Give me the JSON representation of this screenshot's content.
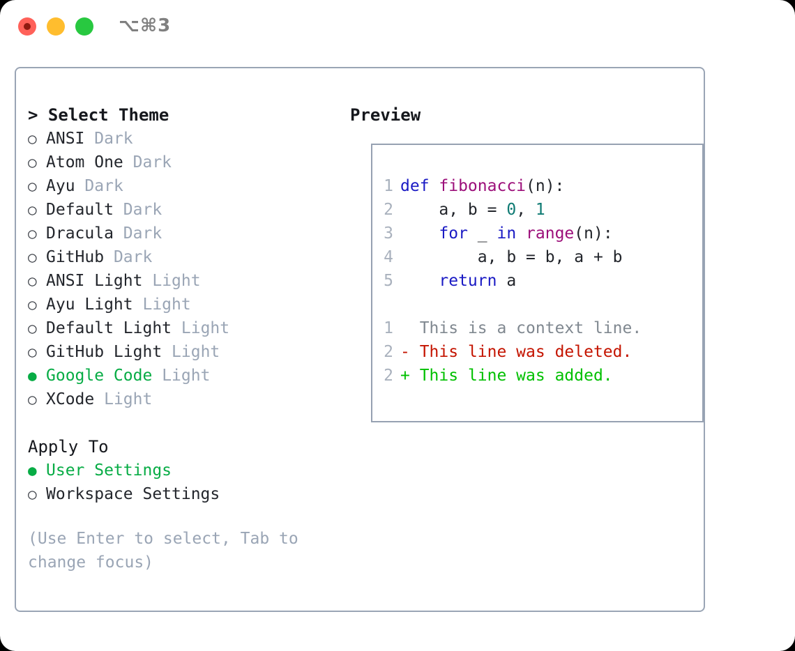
{
  "window": {
    "shortcut": "⌥⌘3",
    "traffic_lights": [
      {
        "name": "close",
        "color": "#ff6159"
      },
      {
        "name": "minimize",
        "color": "#ffbd2e"
      },
      {
        "name": "maximize",
        "color": "#28c840"
      }
    ]
  },
  "theme_picker": {
    "header": "> Select Theme",
    "items": [
      {
        "bullet": "○",
        "name": "ANSI",
        "kind": "Dark",
        "selected": false
      },
      {
        "bullet": "○",
        "name": "Atom One",
        "kind": "Dark",
        "selected": false
      },
      {
        "bullet": "○",
        "name": "Ayu",
        "kind": "Dark",
        "selected": false
      },
      {
        "bullet": "○",
        "name": "Default",
        "kind": "Dark",
        "selected": false
      },
      {
        "bullet": "○",
        "name": "Dracula",
        "kind": "Dark",
        "selected": false
      },
      {
        "bullet": "○",
        "name": "GitHub",
        "kind": "Dark",
        "selected": false
      },
      {
        "bullet": "○",
        "name": "ANSI Light",
        "kind": "Light",
        "selected": false
      },
      {
        "bullet": "○",
        "name": "Ayu Light",
        "kind": "Light",
        "selected": false
      },
      {
        "bullet": "○",
        "name": "Default Light",
        "kind": "Light",
        "selected": false
      },
      {
        "bullet": "○",
        "name": "GitHub Light",
        "kind": "Light",
        "selected": false
      },
      {
        "bullet": "●",
        "name": "Google Code",
        "kind": "Light",
        "selected": true
      },
      {
        "bullet": "○",
        "name": "XCode",
        "kind": "Light",
        "selected": false
      }
    ]
  },
  "apply_to": {
    "header": "Apply To",
    "items": [
      {
        "bullet": "●",
        "name": "User Settings",
        "selected": true
      },
      {
        "bullet": "○",
        "name": "Workspace Settings",
        "selected": false
      }
    ]
  },
  "hint": "(Use Enter to select, Tab to change focus)",
  "preview": {
    "header": "Preview",
    "code_lines": [
      {
        "no": "1",
        "tokens": [
          {
            "t": "def ",
            "c": "kw"
          },
          {
            "t": "fibonacci",
            "c": "fn"
          },
          {
            "t": "(n):",
            "c": "pl"
          }
        ]
      },
      {
        "no": "2",
        "tokens": [
          {
            "t": "    a, b = ",
            "c": "pl"
          },
          {
            "t": "0",
            "c": "num"
          },
          {
            "t": ", ",
            "c": "pl"
          },
          {
            "t": "1",
            "c": "num"
          }
        ]
      },
      {
        "no": "3",
        "tokens": [
          {
            "t": "    ",
            "c": "pl"
          },
          {
            "t": "for",
            "c": "kw"
          },
          {
            "t": " _ ",
            "c": "pl"
          },
          {
            "t": "in",
            "c": "kw"
          },
          {
            "t": " ",
            "c": "pl"
          },
          {
            "t": "range",
            "c": "fn"
          },
          {
            "t": "(n):",
            "c": "pl"
          }
        ]
      },
      {
        "no": "4",
        "tokens": [
          {
            "t": "        a, b = b, a + b",
            "c": "pl"
          }
        ]
      },
      {
        "no": "5",
        "tokens": [
          {
            "t": "    ",
            "c": "pl"
          },
          {
            "t": "return",
            "c": "kw"
          },
          {
            "t": " a",
            "c": "pl"
          }
        ]
      }
    ],
    "diff_lines": [
      {
        "no": "1",
        "marker": "  ",
        "text": "This is a context line.",
        "kind": "ctx"
      },
      {
        "no": "2",
        "marker": "- ",
        "text": "This line was deleted.",
        "kind": "del"
      },
      {
        "no": "2",
        "marker": "+ ",
        "text": "This line was added.",
        "kind": "add"
      }
    ]
  },
  "colors": {
    "selection_green": "#07ac45",
    "muted": "#9aa5b5",
    "keyword": "#1a1ac4",
    "function": "#9c0f7a",
    "number": "#0e7a73",
    "diff_deleted": "#c41400",
    "diff_added": "#00c000",
    "border": "#96a1b2"
  }
}
